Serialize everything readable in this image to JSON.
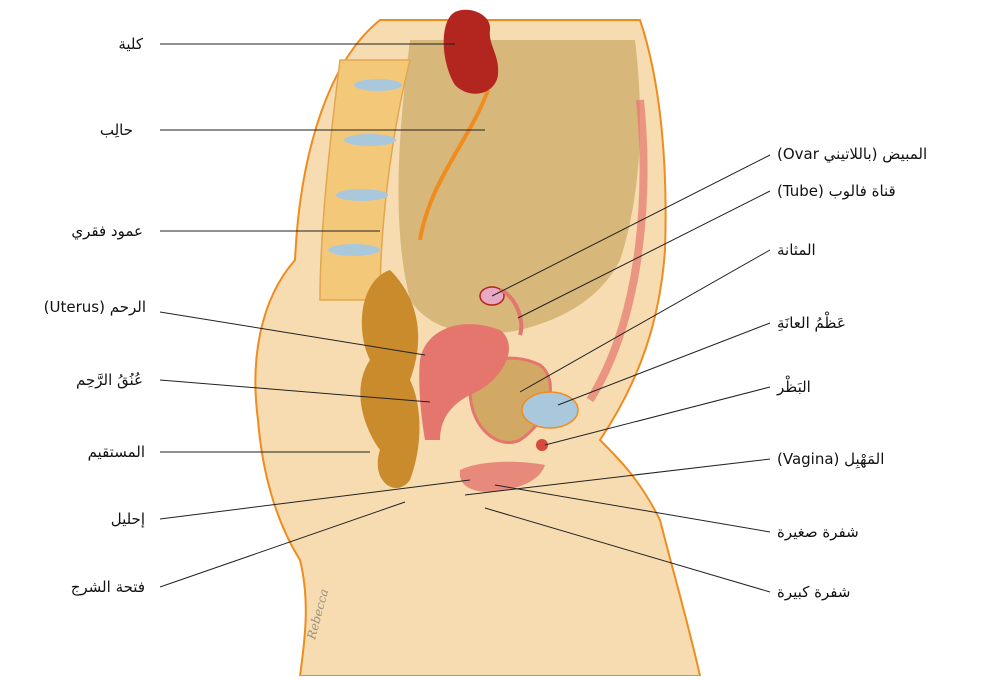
{
  "labels_left": [
    {
      "id": "kidney",
      "text": "كلية"
    },
    {
      "id": "ureter",
      "text": "حالِب"
    },
    {
      "id": "spine",
      "text": "عمود فقري"
    },
    {
      "id": "uterus",
      "text": "الرحم (Uterus)"
    },
    {
      "id": "cervix",
      "text": "عُنُقُ الرَّحِم"
    },
    {
      "id": "rectum",
      "text": "المستقيم"
    },
    {
      "id": "anus",
      "text": "إحليل"
    },
    {
      "id": "perineum",
      "text": "فتحة الشرج"
    }
  ],
  "labels_right": [
    {
      "id": "ovary",
      "text": "المبيض (باللاتيني Ovar)"
    },
    {
      "id": "tube",
      "text": "قناة فالوب (Tube)"
    },
    {
      "id": "bladder",
      "text": "المثانة"
    },
    {
      "id": "pubic-bone",
      "text": "عَظْمُ العانَةِ"
    },
    {
      "id": "clitoris",
      "text": "البَظْر"
    },
    {
      "id": "vagina",
      "text": "المَهْبِل (Vagina)"
    },
    {
      "id": "labia-minora",
      "text": "شفرة صغيرة"
    },
    {
      "id": "labia-majora",
      "text": "شفرة كبيرة"
    }
  ],
  "signature": "Rebecca",
  "colors": {
    "skin": "#f6dcb0",
    "skin_dark": "#efc98f",
    "outline": "#f08c1e",
    "cavity": "#d8b77a",
    "kidney": "#b3251f",
    "uterus": "#e5766e",
    "bladder": "#d2a865",
    "bone": "#f4c879",
    "disc": "#a9c8dc",
    "bowel": "#c98b2c",
    "leader": "#222222"
  }
}
